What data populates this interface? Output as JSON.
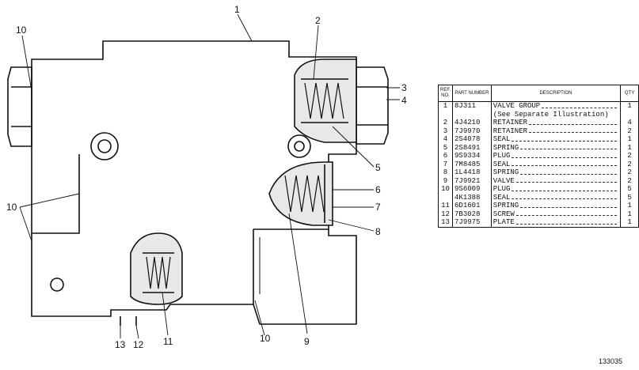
{
  "callouts": [
    {
      "id": "c1",
      "text": "1"
    },
    {
      "id": "c2",
      "text": "2"
    },
    {
      "id": "c3",
      "text": "3"
    },
    {
      "id": "c4",
      "text": "4"
    },
    {
      "id": "c5",
      "text": "5"
    },
    {
      "id": "c6",
      "text": "6"
    },
    {
      "id": "c7",
      "text": "7"
    },
    {
      "id": "c8",
      "text": "8"
    },
    {
      "id": "c9",
      "text": "9"
    },
    {
      "id": "c10a",
      "text": "10"
    },
    {
      "id": "c10b",
      "text": "10"
    },
    {
      "id": "c10c",
      "text": "10"
    },
    {
      "id": "c11",
      "text": "11"
    },
    {
      "id": "c12",
      "text": "12"
    },
    {
      "id": "c13",
      "text": "13"
    }
  ],
  "table": {
    "headers": {
      "ref": "REF. NO.",
      "part": "PART NUMBER",
      "desc": "DESCRIPTION",
      "qty": "QTY"
    },
    "rows": [
      {
        "ref": "1",
        "part": "8J311",
        "desc": "VALVE GROUP",
        "qty": "1"
      },
      {
        "ref": "",
        "part": "",
        "desc": "(See Separate Illustration)",
        "qty": ""
      },
      {
        "ref": "2",
        "part": "4J4210",
        "desc": "RETAINER",
        "qty": "4"
      },
      {
        "ref": "3",
        "part": "7J9970",
        "desc": "RETAINER",
        "qty": "2"
      },
      {
        "ref": "4",
        "part": "2S4078",
        "desc": "SEAL",
        "qty": "1"
      },
      {
        "ref": "5",
        "part": "2S8491",
        "desc": "SPRING",
        "qty": "1"
      },
      {
        "ref": "6",
        "part": "9S9334",
        "desc": "PLUG",
        "qty": "2"
      },
      {
        "ref": "7",
        "part": "7M8485",
        "desc": "SEAL",
        "qty": "2"
      },
      {
        "ref": "8",
        "part": "1L4418",
        "desc": "SPRING",
        "qty": "2"
      },
      {
        "ref": "9",
        "part": "7J9921",
        "desc": "VALVE",
        "qty": "2"
      },
      {
        "ref": "10",
        "part": "9S6009",
        "desc": "PLUG",
        "qty": "5"
      },
      {
        "ref": "",
        "part": "4K1388",
        "desc": "SEAL",
        "qty": "5"
      },
      {
        "ref": "11",
        "part": "6D1601",
        "desc": "SPRING",
        "qty": "1"
      },
      {
        "ref": "12",
        "part": "7B3028",
        "desc": "SCREW",
        "qty": "1"
      },
      {
        "ref": "13",
        "part": "7J9975",
        "desc": "PLATE",
        "qty": "1"
      }
    ]
  },
  "figure_number": "133035"
}
